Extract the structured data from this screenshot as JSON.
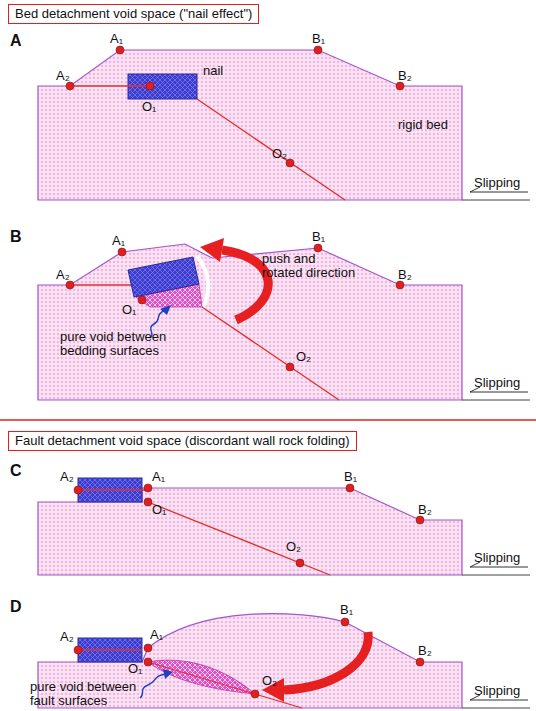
{
  "diagram": {
    "nodes": [
      {
        "text": [
          "Bed detachment void space (\"nail effect\")"
        ]
      },
      {
        "text": [
          "Fault detachment void space (discordant wall rock folding)"
        ]
      }
    ],
    "labels": [
      "A",
      "A₂",
      "A₁",
      "B₁",
      "B₂",
      "nail",
      "O₁",
      "rigid bed",
      "O₂",
      "Slipping",
      "B",
      "A₂",
      "A₁",
      "B₁",
      "B₂",
      "push and rotated direction",
      "O₁",
      "O₂",
      "pure void between bedding surfaces",
      "Slipping",
      "C",
      "A₂",
      "A₁",
      "B₁",
      "B₂",
      "O₁",
      "O₂",
      "Slipping",
      "D",
      "A₂",
      "A₁",
      "B₁",
      "B₂",
      "O₁",
      "pure void between fault surfaces",
      "O₂",
      "Slipping"
    ]
  }
}
